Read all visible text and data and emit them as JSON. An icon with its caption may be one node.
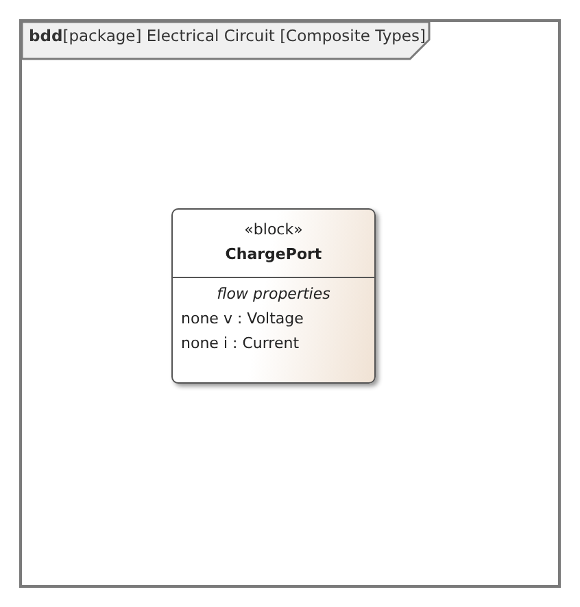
{
  "diagram": {
    "nodes": [
      {
        "text": [
          "**bdd**[package] Electrical Circuit [Composite Types]"
        ]
      },
      {
        "text": [
          "«block»",
          "ChargePort",
          "flow properties",
          "none v : Voltage",
          "none i : Current"
        ],
        "in": 0
      }
    ]
  }
}
